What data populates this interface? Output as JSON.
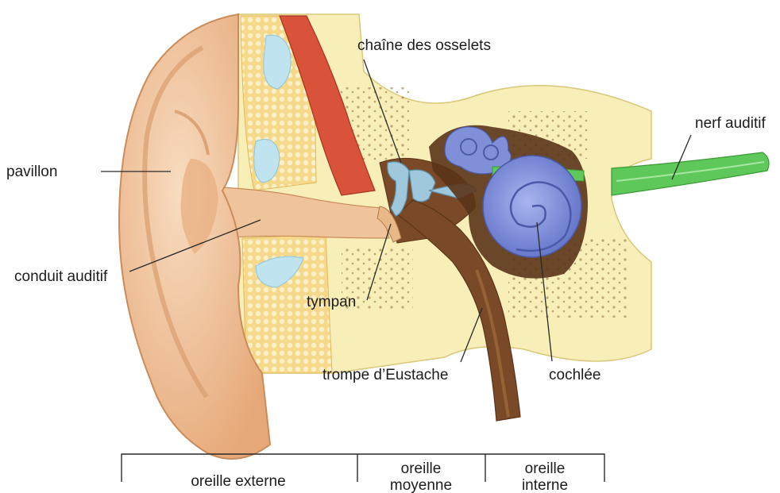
{
  "labels": {
    "pavillon": "pavillon",
    "conduit": "conduit auditif",
    "osselets": "chaîne des osselets",
    "tympan": "tympan",
    "eustache": "trompe d’Eustache",
    "cochlee": "cochlée",
    "nerf": "nerf auditif"
  },
  "sections": {
    "externe": "oreille externe",
    "moyenne_1": "oreille",
    "moyenne_2": "moyenne",
    "interne_1": "oreille",
    "interne_2": "interne"
  },
  "colors": {
    "skin": "#f2c9a0",
    "skin_dark": "#c98c5a",
    "bone": "#f7eeb8",
    "bone_fat": "#f2d98a",
    "muscle": "#d9533a",
    "canal_brown": "#7a4a28",
    "cochlea_blue": "#7f8fd8",
    "ossicle_blue": "#9fc8dc",
    "nerve_green": "#5fc85a",
    "bracket": "#2a2a2a"
  }
}
